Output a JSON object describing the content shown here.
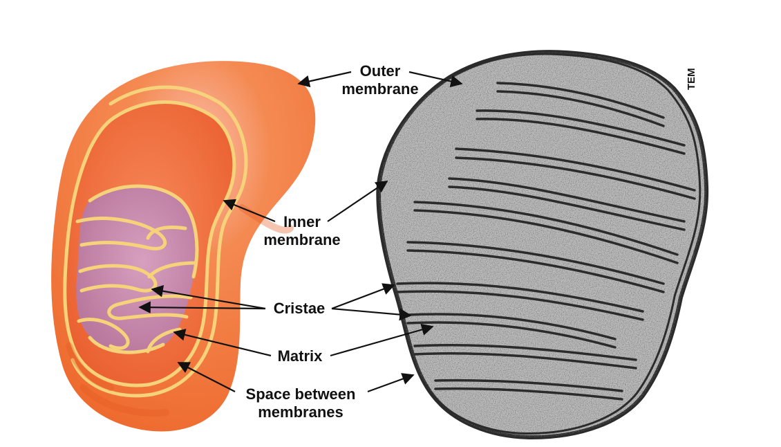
{
  "labels": {
    "outer_membrane": [
      "Outer",
      "membrane"
    ],
    "inner_membrane": [
      "Inner",
      "membrane"
    ],
    "cristae": "Cristae",
    "matrix": "Matrix",
    "space_between": [
      "Space between",
      "membranes"
    ]
  },
  "micrograph_tag": "TEM",
  "colors": {
    "outer_body": "#f07a3c",
    "inner_body": "#f26a3a",
    "membrane_edge": "#f6d27a",
    "matrix": "#c98fb4",
    "micrograph_dark": "#2b2b2b",
    "micrograph_light": "#bdbdbd"
  }
}
